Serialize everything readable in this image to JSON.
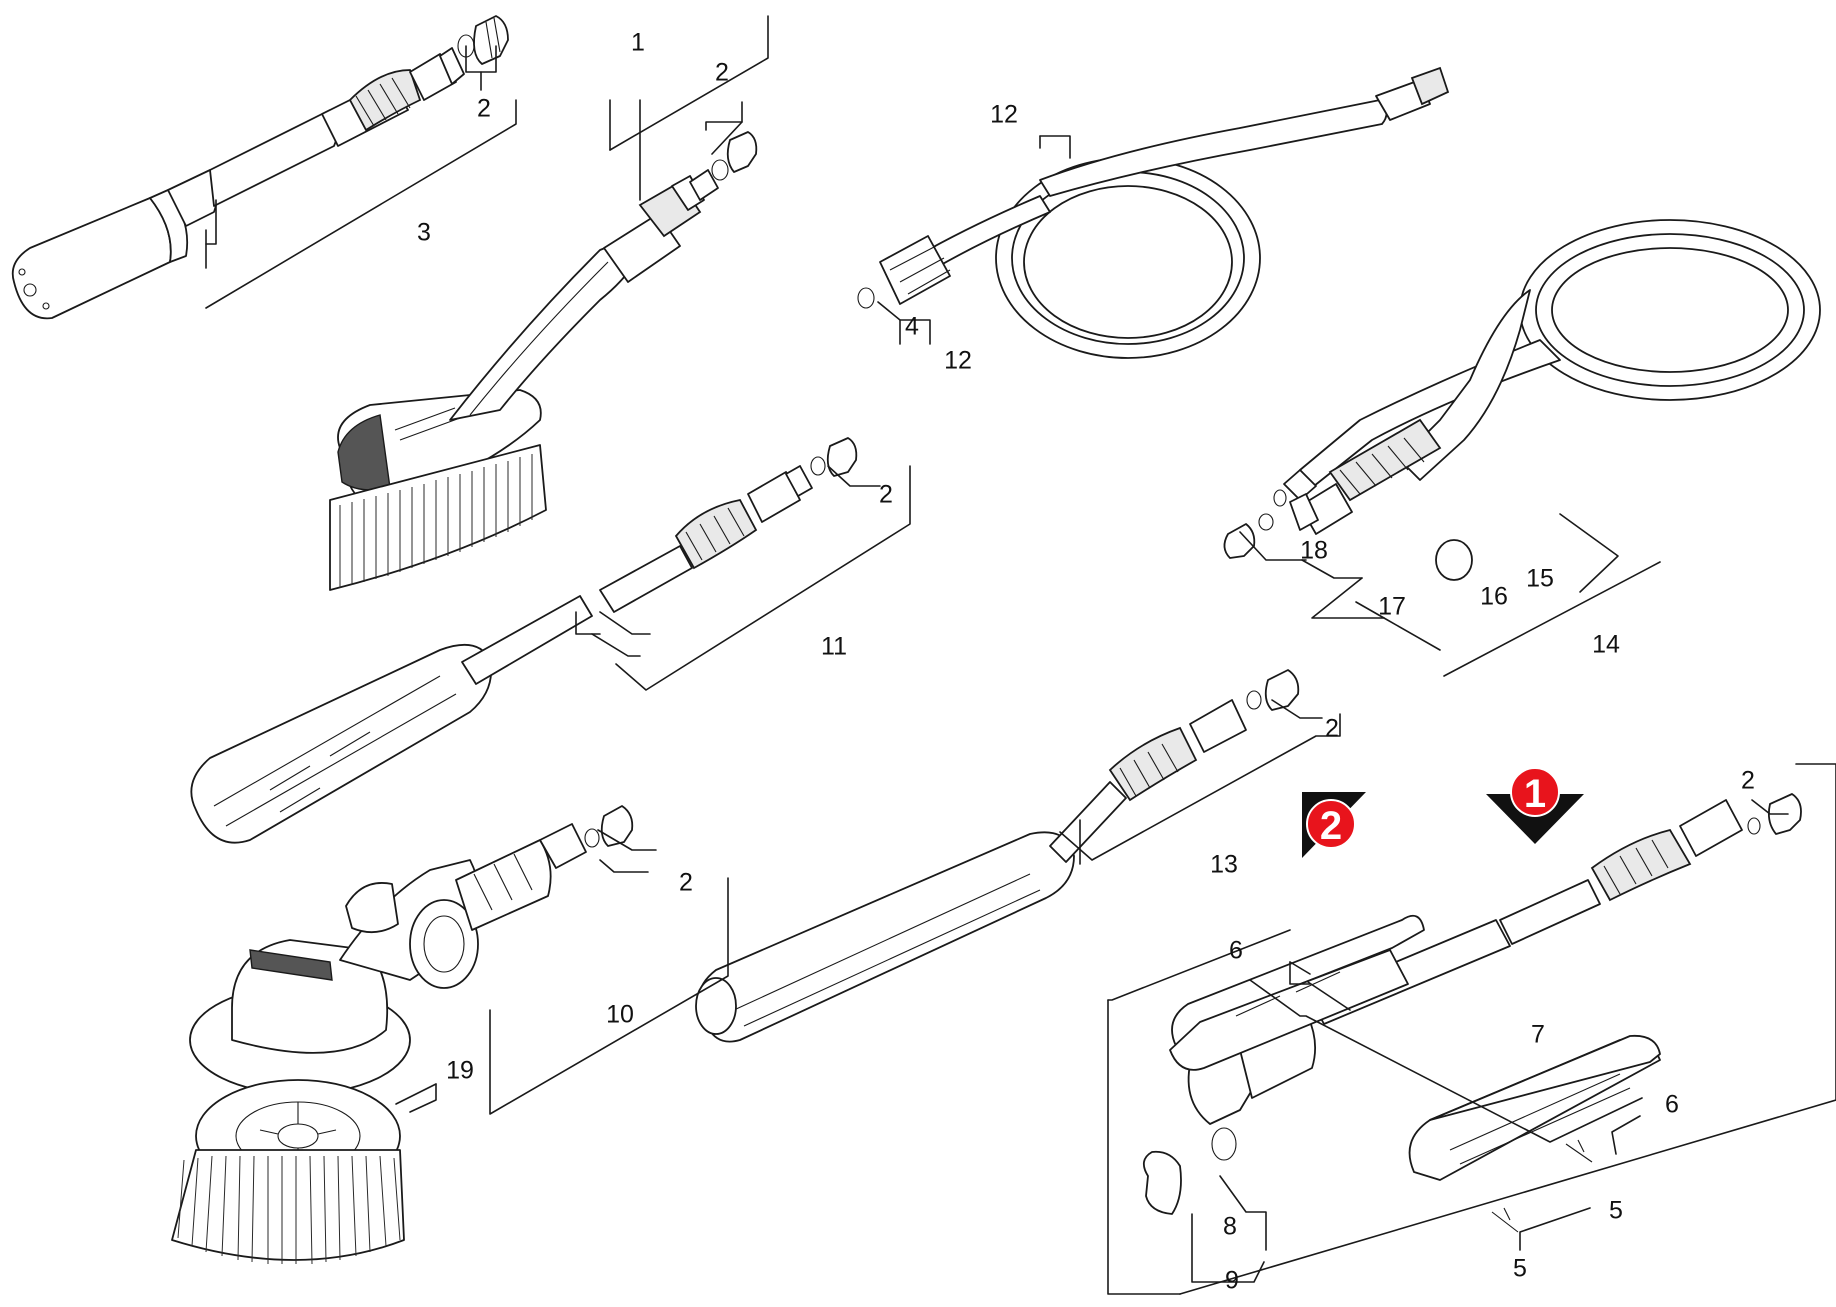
{
  "callouts": {
    "c1": "1",
    "c2_rotary": "2",
    "c3": "3",
    "c2_brush": "2",
    "c12_top": "12",
    "c4": "4",
    "c12_low": "12",
    "c2_lance11": "2",
    "c11": "11",
    "c18": "18",
    "c17": "17",
    "c16": "16",
    "c15": "15",
    "c14": "14",
    "c2_lance13": "2",
    "c13": "13",
    "c2_rotbrush": "2",
    "c10": "10",
    "c19": "19",
    "c2_set": "2",
    "c6_left": "6",
    "c7": "7",
    "c6_right": "6",
    "c5_right": "5",
    "c8": "8",
    "c5_bottom": "5",
    "c9": "9"
  },
  "markers": {
    "m1": {
      "text": "1",
      "color": "#e8141c"
    },
    "m2": {
      "text": "2",
      "color": "#e8141c"
    }
  },
  "colors": {
    "line": "#1a1a1a",
    "marker_arrow": "#111111",
    "marker_circle": "#e8141c"
  }
}
